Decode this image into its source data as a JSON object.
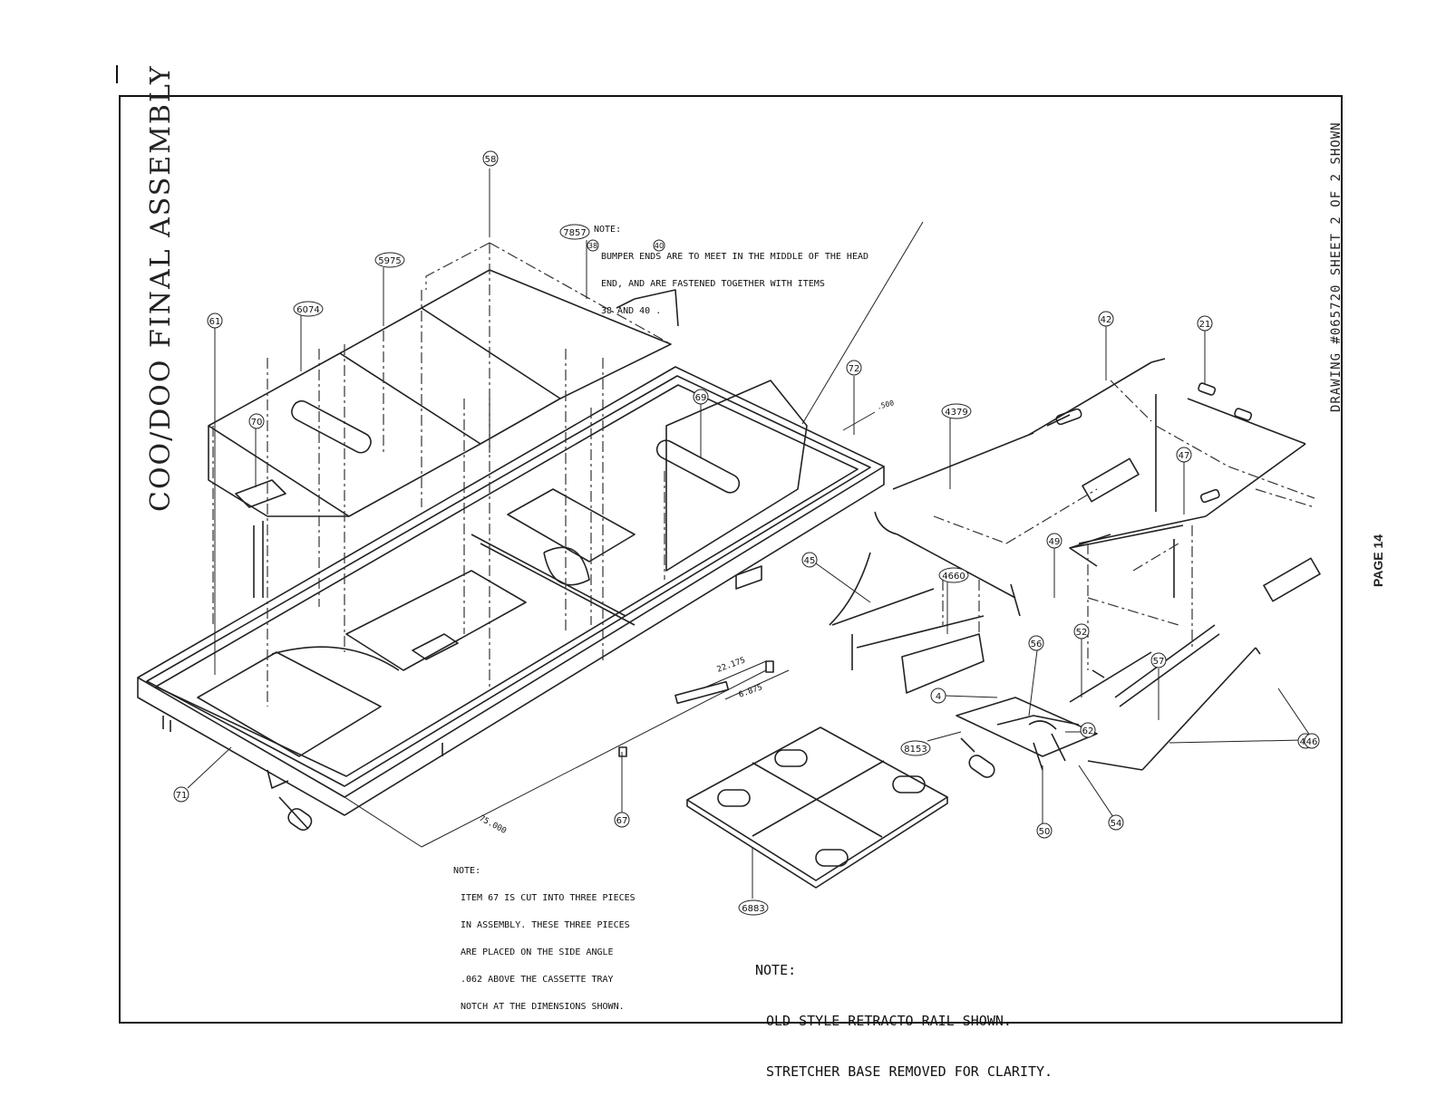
{
  "title": "COO/DOO FINAL ASSEMBLY",
  "drawing_label": "DRAWING #065720 SHEET 2 OF 2 SHOWN",
  "page_label": "PAGE 14",
  "notes": {
    "bumper": {
      "heading": "NOTE:",
      "lines": [
        "BUMPER ENDS ARE TO MEET IN THE MIDDLE OF THE HEAD",
        "END, AND ARE FASTENED TOGETHER WITH ITEMS",
        "38 AND 40 ."
      ]
    },
    "item67": {
      "heading": "NOTE:",
      "lines": [
        "ITEM 67 IS CUT INTO THREE PIECES",
        "IN ASSEMBLY. THESE THREE PIECES",
        "ARE PLACED ON THE SIDE ANGLE",
        ".062 ABOVE THE CASSETTE TRAY",
        "NOTCH AT THE DIMENSIONS SHOWN."
      ]
    },
    "retracto": {
      "heading": "NOTE:",
      "lines": [
        "OLD STYLE RETRACTO RAIL SHOWN.",
        "STRETCHER BASE REMOVED FOR CLARITY."
      ]
    }
  },
  "dimensions": {
    "d1": "22.175",
    "d2": "6.875",
    "d3": "75.000",
    "d4": ".500"
  },
  "callouts": [
    {
      "id": "58",
      "label": "58"
    },
    {
      "id": "7857",
      "label": "7857"
    },
    {
      "id": "5975",
      "label": "5975"
    },
    {
      "id": "6074",
      "label": "6074"
    },
    {
      "id": "61",
      "label": "61"
    },
    {
      "id": "70",
      "label": "70"
    },
    {
      "id": "69",
      "label": "69"
    },
    {
      "id": "72",
      "label": "72"
    },
    {
      "id": "71",
      "label": "71"
    },
    {
      "id": "67",
      "label": "67"
    },
    {
      "id": "6883",
      "label": "6883"
    },
    {
      "id": "42",
      "label": "42"
    },
    {
      "id": "21",
      "label": "21"
    },
    {
      "id": "4379",
      "label": "4379"
    },
    {
      "id": "47",
      "label": "47"
    },
    {
      "id": "45",
      "label": "45"
    },
    {
      "id": "4660",
      "label": "4660"
    },
    {
      "id": "49",
      "label": "49"
    },
    {
      "id": "52",
      "label": "52"
    },
    {
      "id": "56",
      "label": "56"
    },
    {
      "id": "4",
      "label": "4"
    },
    {
      "id": "8153",
      "label": "8153"
    },
    {
      "id": "57",
      "label": "57"
    },
    {
      "id": "62",
      "label": "62"
    },
    {
      "id": "44",
      "label": "44"
    },
    {
      "id": "46",
      "label": "46"
    },
    {
      "id": "54",
      "label": "54"
    },
    {
      "id": "50",
      "label": "50"
    },
    {
      "id": "38",
      "label": "38"
    },
    {
      "id": "40",
      "label": "40"
    }
  ]
}
